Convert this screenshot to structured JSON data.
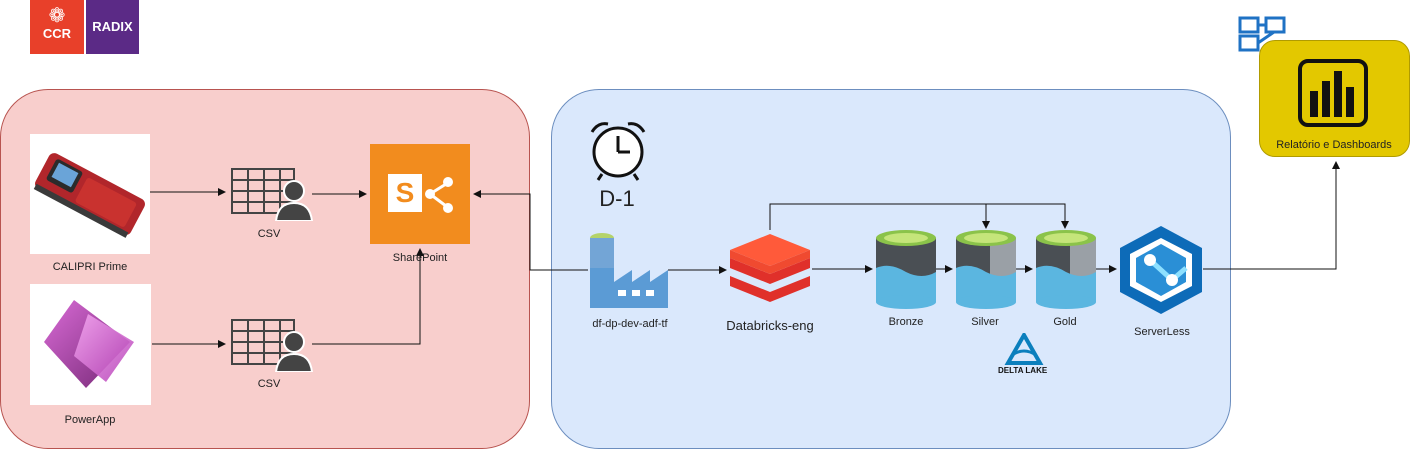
{
  "logos": {
    "ccr": "CCR",
    "radix": "RADIX"
  },
  "sources": {
    "calipri": {
      "label": "CALIPRI Prime",
      "icon": "calipri-device-icon"
    },
    "powerapp": {
      "label": "PowerApp",
      "icon": "powerapps-icon"
    }
  },
  "csv": {
    "top": {
      "label": "CSV",
      "icon": "csv-table-user-icon"
    },
    "bottom": {
      "label": "CSV",
      "icon": "csv-table-user-icon"
    }
  },
  "sharepoint": {
    "label": "SharePoint",
    "letter": "S",
    "icon": "sharepoint-icon"
  },
  "schedule": {
    "label": "D-1",
    "icon": "alarm-clock-icon"
  },
  "adf": {
    "label": "df-dp-dev-adf-tf",
    "icon": "data-factory-icon"
  },
  "databricks": {
    "label": "Databricks-eng",
    "icon": "databricks-icon"
  },
  "layers": [
    {
      "label": "Bronze",
      "icon": "bronze-storage-icon"
    },
    {
      "label": "Silver",
      "icon": "silver-storage-icon"
    },
    {
      "label": "Gold",
      "icon": "gold-storage-icon"
    }
  ],
  "deltalake": {
    "label": "DELTA LAKE",
    "icon": "delta-lake-icon"
  },
  "serverless": {
    "label": "ServerLess",
    "icon": "synapse-serverless-icon"
  },
  "powerbi": {
    "label": "Relatório e Dashboards",
    "icon": "power-bi-icon"
  },
  "colors": {
    "left_panel": "#f8cecc",
    "right_panel": "#dae8fc",
    "sharepoint": "#f28c1e",
    "databricks": "#e8402a",
    "powerbi": "#e3c800"
  }
}
